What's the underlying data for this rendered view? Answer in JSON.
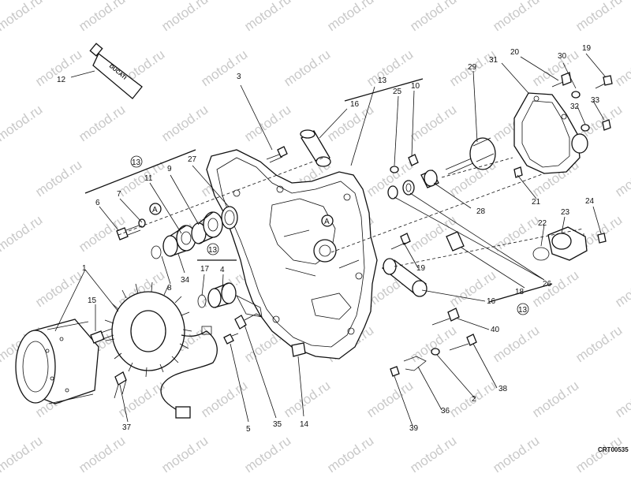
{
  "watermark": "motod.ru",
  "drawing_code": "CRT00535",
  "tube_logo": "DUCATI",
  "callout_a": "A",
  "labels": {
    "p1": "1",
    "p2": "2",
    "p3": "3",
    "p4": "4",
    "p5": "5",
    "p6": "6",
    "p7": "7",
    "p8": "8",
    "p9": "9",
    "p10": "10",
    "p11": "11",
    "p12": "12",
    "p13_top": "13",
    "p13_left": "13",
    "p13_mid": "13",
    "p13_right": "13",
    "p14": "14",
    "p15": "15",
    "p16_top": "16",
    "p16_low": "16",
    "p17": "17",
    "p18": "18",
    "p19_top": "19",
    "p19_mid": "19",
    "p20": "20",
    "p21": "21",
    "p22": "22",
    "p23": "23",
    "p24": "24",
    "p25": "25",
    "p26": "26",
    "p27": "27",
    "p28": "28",
    "p29": "29",
    "p30": "30",
    "p31": "31",
    "p32": "32",
    "p33": "33",
    "p34": "34",
    "p35": "35",
    "p36": "36",
    "p37": "37",
    "p38": "38",
    "p39": "39",
    "p40": "40"
  }
}
